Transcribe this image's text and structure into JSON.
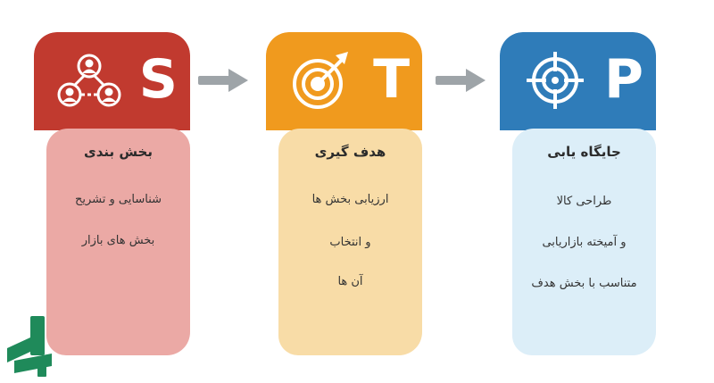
{
  "colors": {
    "red": "#c13a2f",
    "red_light": "#eba9a5",
    "orange": "#f09a1e",
    "orange_light": "#f8dca7",
    "blue": "#2f7cb9",
    "blue_light": "#dceef8",
    "arrow": "#9ea4a8",
    "logo": "#1f8a5a"
  },
  "cards": [
    {
      "letter": "S",
      "icon": "people-network-icon",
      "title": "بخش بندی",
      "lines": [
        "شناسایی و تشریح",
        "بخش های بازار"
      ]
    },
    {
      "letter": "T",
      "icon": "target-arrow-icon",
      "title": "هدف گیری",
      "lines": [
        "ارزیابی بخش ها",
        "و انتخاب",
        "آن ها"
      ]
    },
    {
      "letter": "P",
      "icon": "crosshair-icon",
      "title": "جایگاه یابی",
      "lines": [
        "طراحی کالا",
        "و آمیخته بازاریابی",
        "متناسب با بخش هدف"
      ]
    }
  ],
  "arrows": [
    "arrow-right-icon",
    "arrow-right-icon"
  ],
  "logo": "brand-logo-icon"
}
